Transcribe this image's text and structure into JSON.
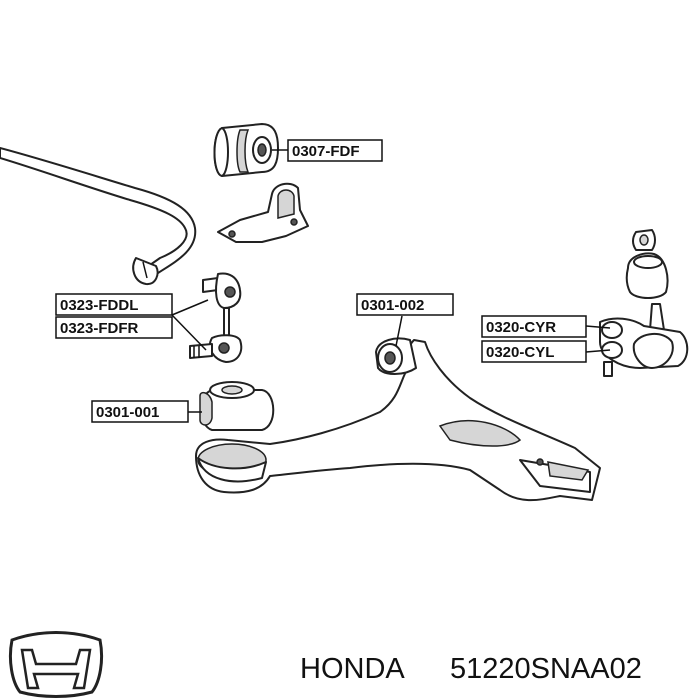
{
  "labels": {
    "stabilizer_bushing": "0307-FDF",
    "link_left": "0323-FDDL",
    "link_right": "0323-FDFR",
    "arm_bushing_front": "0301-002",
    "arm_bushing_rear": "0301-001",
    "ball_joint_right": "0320-CYR",
    "ball_joint_left": "0320-CYL"
  },
  "caption": {
    "brand": "HONDA",
    "part_number": "51220SNAA02"
  },
  "icons": {
    "logo": "honda-h-logo-icon"
  }
}
